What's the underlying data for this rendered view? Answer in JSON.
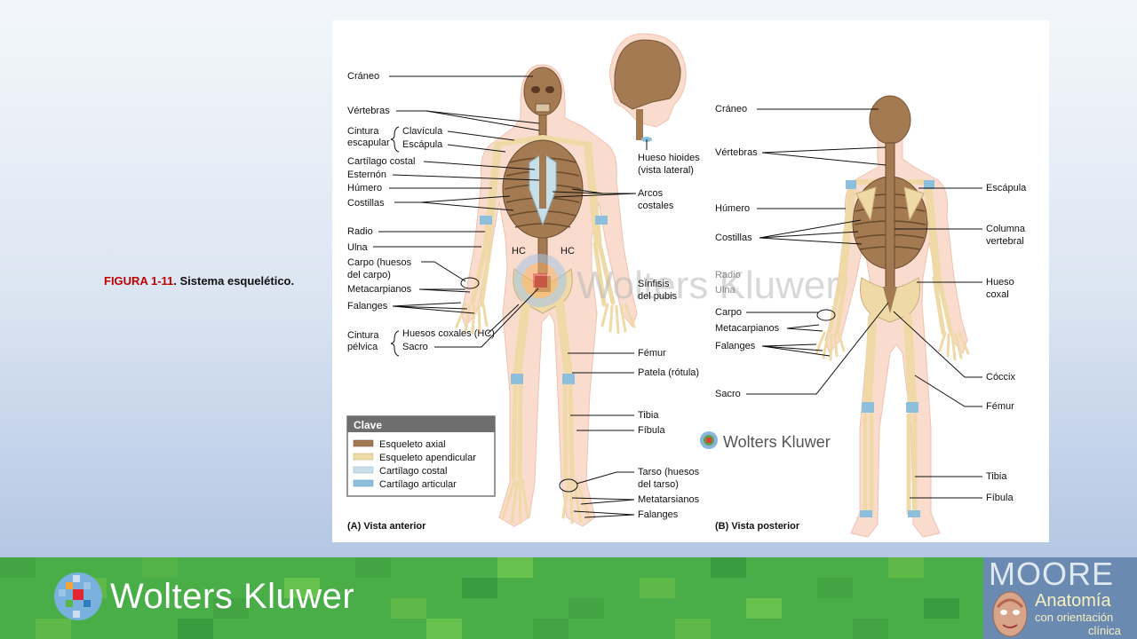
{
  "caption": {
    "figure": "FIGURA 1-11",
    "text": ". Sistema esquelético."
  },
  "anterior": {
    "view_label": "(A) Vista anterior",
    "labels": {
      "craneo": "Cráneo",
      "vertebras": "Vértebras",
      "cintura1": "Cintura",
      "cintura2": "escapular",
      "clavicula": "Clavícula",
      "escapula": "Escápula",
      "cartilago": "Cartílago costal",
      "esternon": "Esternón",
      "humero": "Húmero",
      "costillas": "Costillas",
      "radio": "Radio",
      "ulna": "Ulna",
      "carpo1": "Carpo (huesos",
      "carpo2": "del carpo)",
      "metacarpianos": "Metacarpianos",
      "falanges": "Falanges",
      "cinturap1": "Cintura",
      "cinturap2": "pélvica",
      "coxales": "Huesos coxales (HC)",
      "sacro": "Sacro",
      "hioides1": "Hueso hioides",
      "hioides2": "(vista lateral)",
      "arcos1": "Arcos",
      "arcos2": "costales",
      "sinfisis1": "Sínfisis",
      "sinfisis2": "del pubis",
      "femur": "Fémur",
      "patela": "Patela (rótula)",
      "tibia": "Tibia",
      "fibula": "Fíbula",
      "tarso1": "Tarso (huesos",
      "tarso2": "del tarso)",
      "metatarsianos": "Metatarsianos",
      "falanges_pie": "Falanges",
      "hc_left": "HC",
      "hc_right": "HC"
    }
  },
  "posterior": {
    "view_label": "(B) Vista posterior",
    "labels": {
      "craneo": "Cráneo",
      "vertebras": "Vértebras",
      "humero": "Húmero",
      "costillas": "Costillas",
      "radio": "Radio",
      "ulna": "Ulna",
      "carpo": "Carpo",
      "metacarpianos": "Metacarpianos",
      "falanges": "Falanges",
      "sacro": "Sacro",
      "escapula": "Escápula",
      "columna1": "Columna",
      "columna2": "vertebral",
      "coxal1": "Hueso",
      "coxal2": "coxal",
      "coccix": "Cóccix",
      "femur": "Fémur",
      "tibia": "Tibia",
      "fibula": "Fíbula"
    }
  },
  "legend": {
    "title": "Clave",
    "items": [
      {
        "label": "Esqueleto axial",
        "color": "#a47a53"
      },
      {
        "label": "Esqueleto apendicular",
        "color": "#efd9a6"
      },
      {
        "label": "Cartílago costal",
        "color": "#c7dfe9"
      },
      {
        "label": "Cartílago articular",
        "color": "#8dbfdc"
      }
    ]
  },
  "watermark": {
    "large": "Wolters Kluwer",
    "small": "Wolters Kluwer"
  },
  "footer": {
    "brand": "Wolters Kluwer",
    "book_title": "MOORE",
    "book_subtitle": "Anatomía",
    "book_subtitle2": "con orientación",
    "book_subtitle3": "clínica"
  },
  "colors": {
    "axial": "#a47a53",
    "appendicular": "#efd9a6",
    "skin": "#f9dccd",
    "footer_green": "#4aae48",
    "caption_red": "#c00000"
  }
}
